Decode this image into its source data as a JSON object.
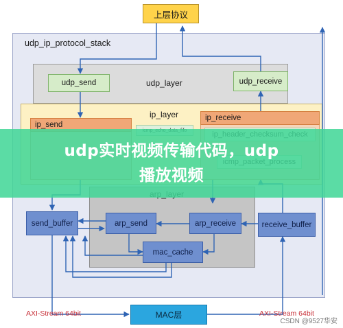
{
  "diagram": {
    "top_box": "上层协议",
    "stack_label": "udp_ip_protocol_stack",
    "udp_layer": {
      "title": "udp_layer",
      "send": "udp_send",
      "receive": "udp_receive"
    },
    "ip_layer": {
      "title": "ip_layer",
      "send": "ip_send",
      "receive": "ip_receive",
      "icmp_fifo": "icmp_echo_data_fifo",
      "header_check": "ip_header_checksum_check",
      "icmp_process": "icmp_packet_process"
    },
    "arp_layer": {
      "title": "arp_layer",
      "send": "arp_send",
      "receive": "arp_receive",
      "cache": "mac_cache"
    },
    "send_buffer": "send_buffer",
    "receive_buffer": "receive_buffer",
    "mac_box": "MAC层",
    "axi_left": "AXI-Stream 64bit",
    "axi_right": "AXI-Stream 64bit"
  },
  "overlay": {
    "line1": "udp实时视频传输代码，udp",
    "line2": "播放视频"
  },
  "watermark": "CSDN @9527华安"
}
